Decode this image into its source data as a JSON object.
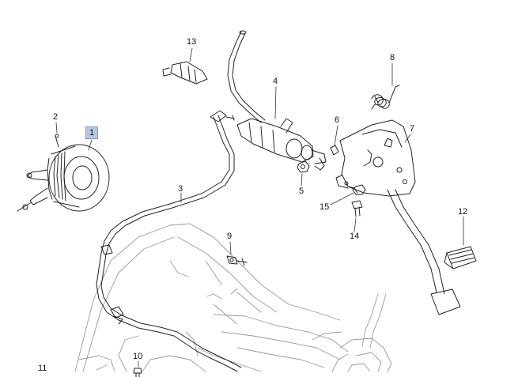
{
  "diagram": {
    "callouts": {
      "c1": "1",
      "c2": "2",
      "c3": "3",
      "c4": "4",
      "c5": "5",
      "c6": "6",
      "c7": "7",
      "c8": "8",
      "c9": "9",
      "c10": "10",
      "c11": "11",
      "c12": "12",
      "c13": "13",
      "c14": "14",
      "c15": "15"
    },
    "highlighted_callout": "1",
    "colors": {
      "line": "#222222",
      "highlight_fill": "#b7c9e4",
      "highlight_border": "#7f9fc9"
    }
  }
}
